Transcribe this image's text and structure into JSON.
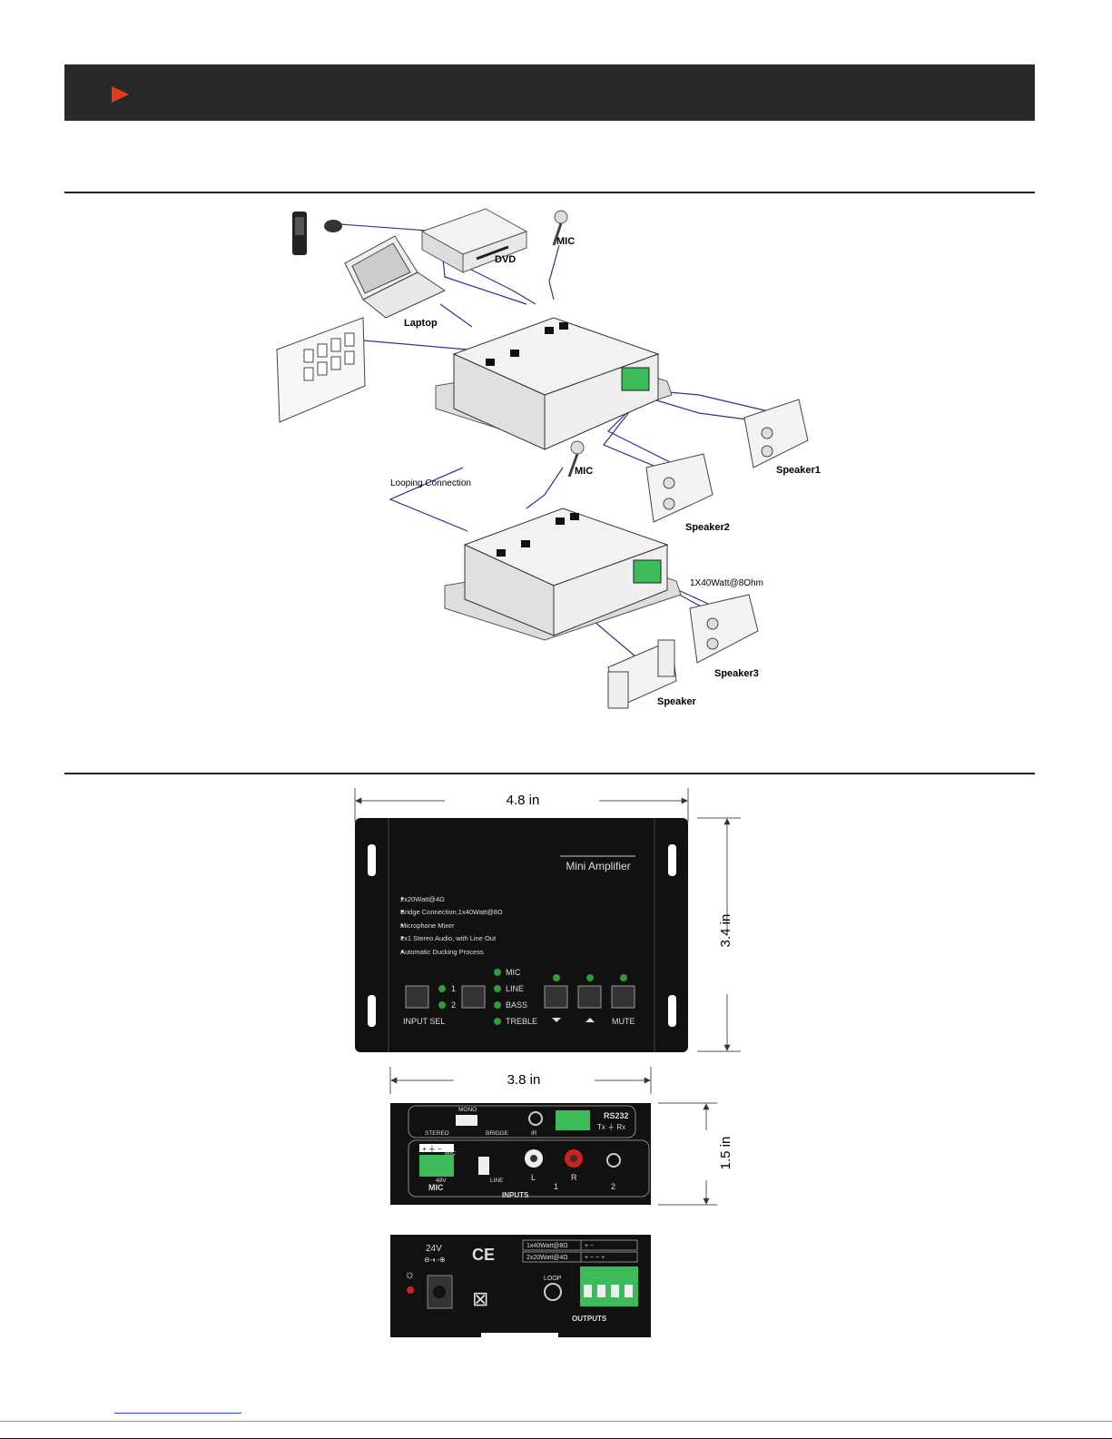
{
  "colors": {
    "header_bg": "#282828",
    "accent": "#e3391d",
    "cable": "#2f2f9a",
    "terminal_green": "#3dbb5a",
    "led_green": "#2f9b3a",
    "panel": "#111111"
  },
  "diagram": {
    "labels": {
      "dvd": "DVD",
      "mic1": "MIC",
      "laptop": "Laptop",
      "looping": "Looping Connection",
      "mic2": "MIC",
      "speaker1": "Speaker1",
      "speaker2": "Speaker2",
      "bridge": "1X40Watt@8Ohm",
      "speaker3": "Speaker3",
      "speaker": "Speaker"
    }
  },
  "dimensions": {
    "front_width": "4.8 in",
    "front_height": "3.4 in",
    "rear_width": "3.8 in",
    "rear_height": "1.5 in"
  },
  "front_panel": {
    "title": "Mini Amplifier",
    "features": [
      "2x20Watt@4Ω",
      "Bridge Connection,1x40Watt@8Ω",
      "Microphone Mixer",
      "2x1 Stereo Audio, with Line Out",
      "Automatic Ducking Process"
    ],
    "input_nums": [
      "1",
      "2"
    ],
    "input_label": "INPUT SEL",
    "modes": [
      "MIC",
      "LINE",
      "BASS",
      "TREBLE"
    ],
    "mute_label": "MUTE"
  },
  "rear_panel": {
    "mono": "MONO",
    "stereo": "STEREO",
    "bridge": "BRIDGE",
    "ir": "IR",
    "rs232": "RS232",
    "txrx": "Tx ⏚ Rx",
    "mic_pins": "+ ⏚ −",
    "mic": "MIC",
    "mic_sw": "MIC",
    "v48": "48V",
    "line": "LINE",
    "l": "L",
    "r": "R",
    "n1": "1",
    "n2": "2",
    "inputs": "INPUTS"
  },
  "power_panel": {
    "voltage": "24V",
    "polarity": "⊖-◐-⊕",
    "ce": "CE",
    "loop": "LOOP",
    "bridge_rating": "1x40Watt@8Ω",
    "stereo_rating": "2x20Watt@4Ω",
    "bridge_signs": "+            −",
    "stereo_signs": "+   −   −   +",
    "outputs": "OUTPUTS"
  }
}
